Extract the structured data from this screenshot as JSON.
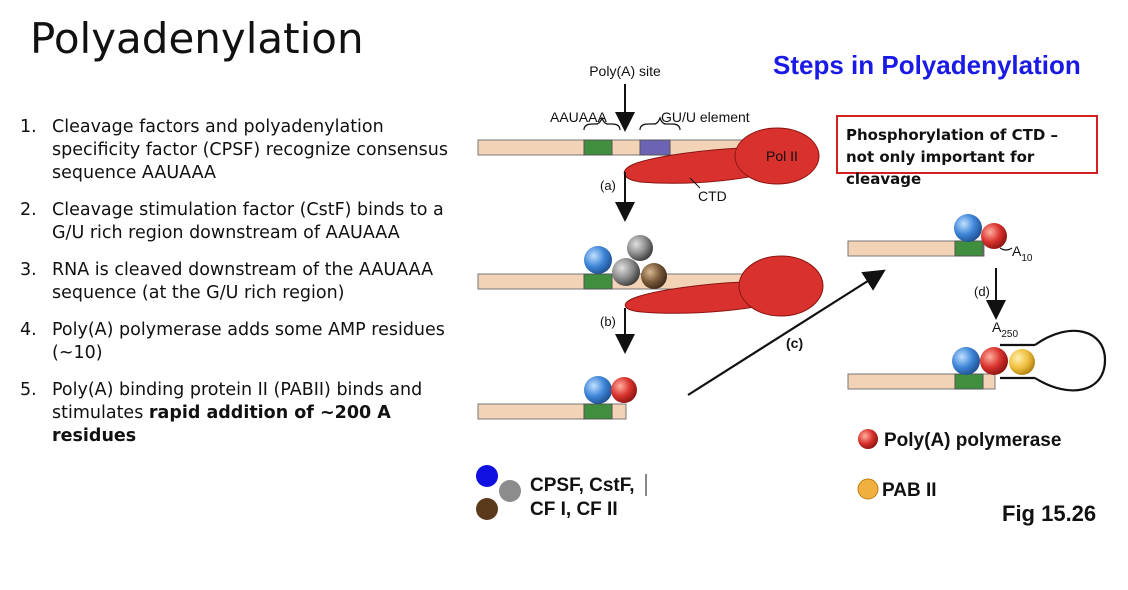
{
  "title": "Polyadenylation",
  "steps": [
    {
      "num": "1.",
      "text": "Cleavage factors and polyadenylation specificity factor (CPSF) recognize consensus sequence AAUAAA"
    },
    {
      "num": "2.",
      "text": "Cleavage stimulation factor (CstF) binds to a G/U rich region downstream of AAUAAA"
    },
    {
      "num": "3.",
      "text": "RNA is cleaved downstream of the AAUAAA sequence (at the G/U rich region)"
    },
    {
      "num": "4.",
      "text": "Poly(A) polymerase adds some AMP residues (~10)"
    },
    {
      "num": "5.",
      "text_plain": "Poly(A) binding protein II (PABII) binds and stimulates ",
      "text_bold": "rapid addition of ~200 A residues"
    }
  ],
  "side_title": "Steps in Polyadenylation",
  "callout": "Phosphorylation of CTD – not only important for cleavage",
  "diagram": {
    "polya_site": "Poly(A) site",
    "aauaaa": "AAUAAA",
    "gu_element": "GU/U element",
    "pol2": "Pol II",
    "ctd": "CTD",
    "step_a": "(a)",
    "step_b": "(b)",
    "step_c": "(c)",
    "step_d": "(d)",
    "a10_base": "A",
    "a10_sub": "10",
    "a250_base": "A",
    "a250_sub": "250"
  },
  "legend": {
    "factors_line1": "CPSF, CstF,",
    "factors_line2": "CF I, CF II",
    "polya_polymerase": "Poly(A) polymerase",
    "pab2": "PAB II"
  },
  "fig_label": "Fig 15.26",
  "colors": {
    "rna": "#f2d3b6",
    "aauaaa_box": "#3f8f3f",
    "gu_box": "#6c63b5",
    "pol2": "#d9322e",
    "cpsf": "#3f86d8",
    "cstf": "#8c8c8c",
    "cf": "#7a5a3a",
    "polya_polymerase": "#d9322e",
    "pab2": "#f0c040",
    "title_blue": "#1a1ae6",
    "callout_border": "#d42020"
  }
}
